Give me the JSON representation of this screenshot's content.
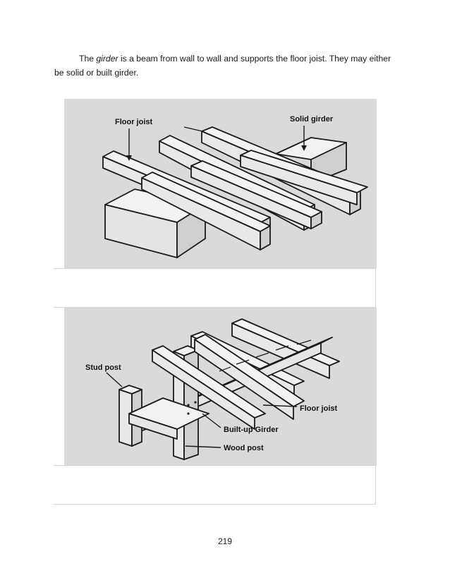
{
  "paragraph": {
    "before": "The ",
    "term": "girder",
    "after": " is a beam from wall to wall and supports the floor joist. They may either be solid or built girder."
  },
  "figure1": {
    "labels": {
      "floor_joist": "Floor joist",
      "solid_girder": "Solid girder"
    }
  },
  "figure2": {
    "labels": {
      "stud_post": "Stud post",
      "floor_joist": "Floor joist",
      "built_up_girder": "Built-up Girder",
      "wood_post": "Wood post"
    }
  },
  "page_number": "219"
}
